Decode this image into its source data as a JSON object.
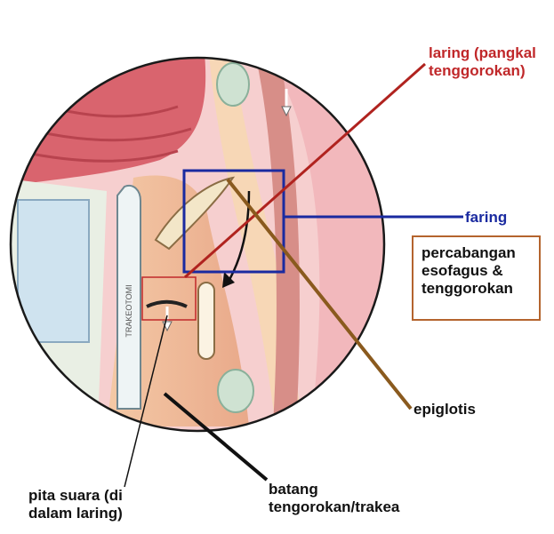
{
  "labels": {
    "laring": "laring (pangkal\ntenggorokan)",
    "faring": "faring",
    "percabangan": "percabangan\nesofagus &\ntenggorokan",
    "epiglotis": "epiglotis",
    "pita_suara": "pita suara (di\ndalam laring)",
    "batang": "batang\ntengorokan/trakea"
  },
  "tube_text": "TRAKEOTOMI",
  "colors": {
    "laring_line": "#b0231f",
    "faring_line": "#1a2aa0",
    "epiglotis_line": "#8a5a1e",
    "box_border": "#b4642e",
    "pointer_line": "#111111"
  }
}
